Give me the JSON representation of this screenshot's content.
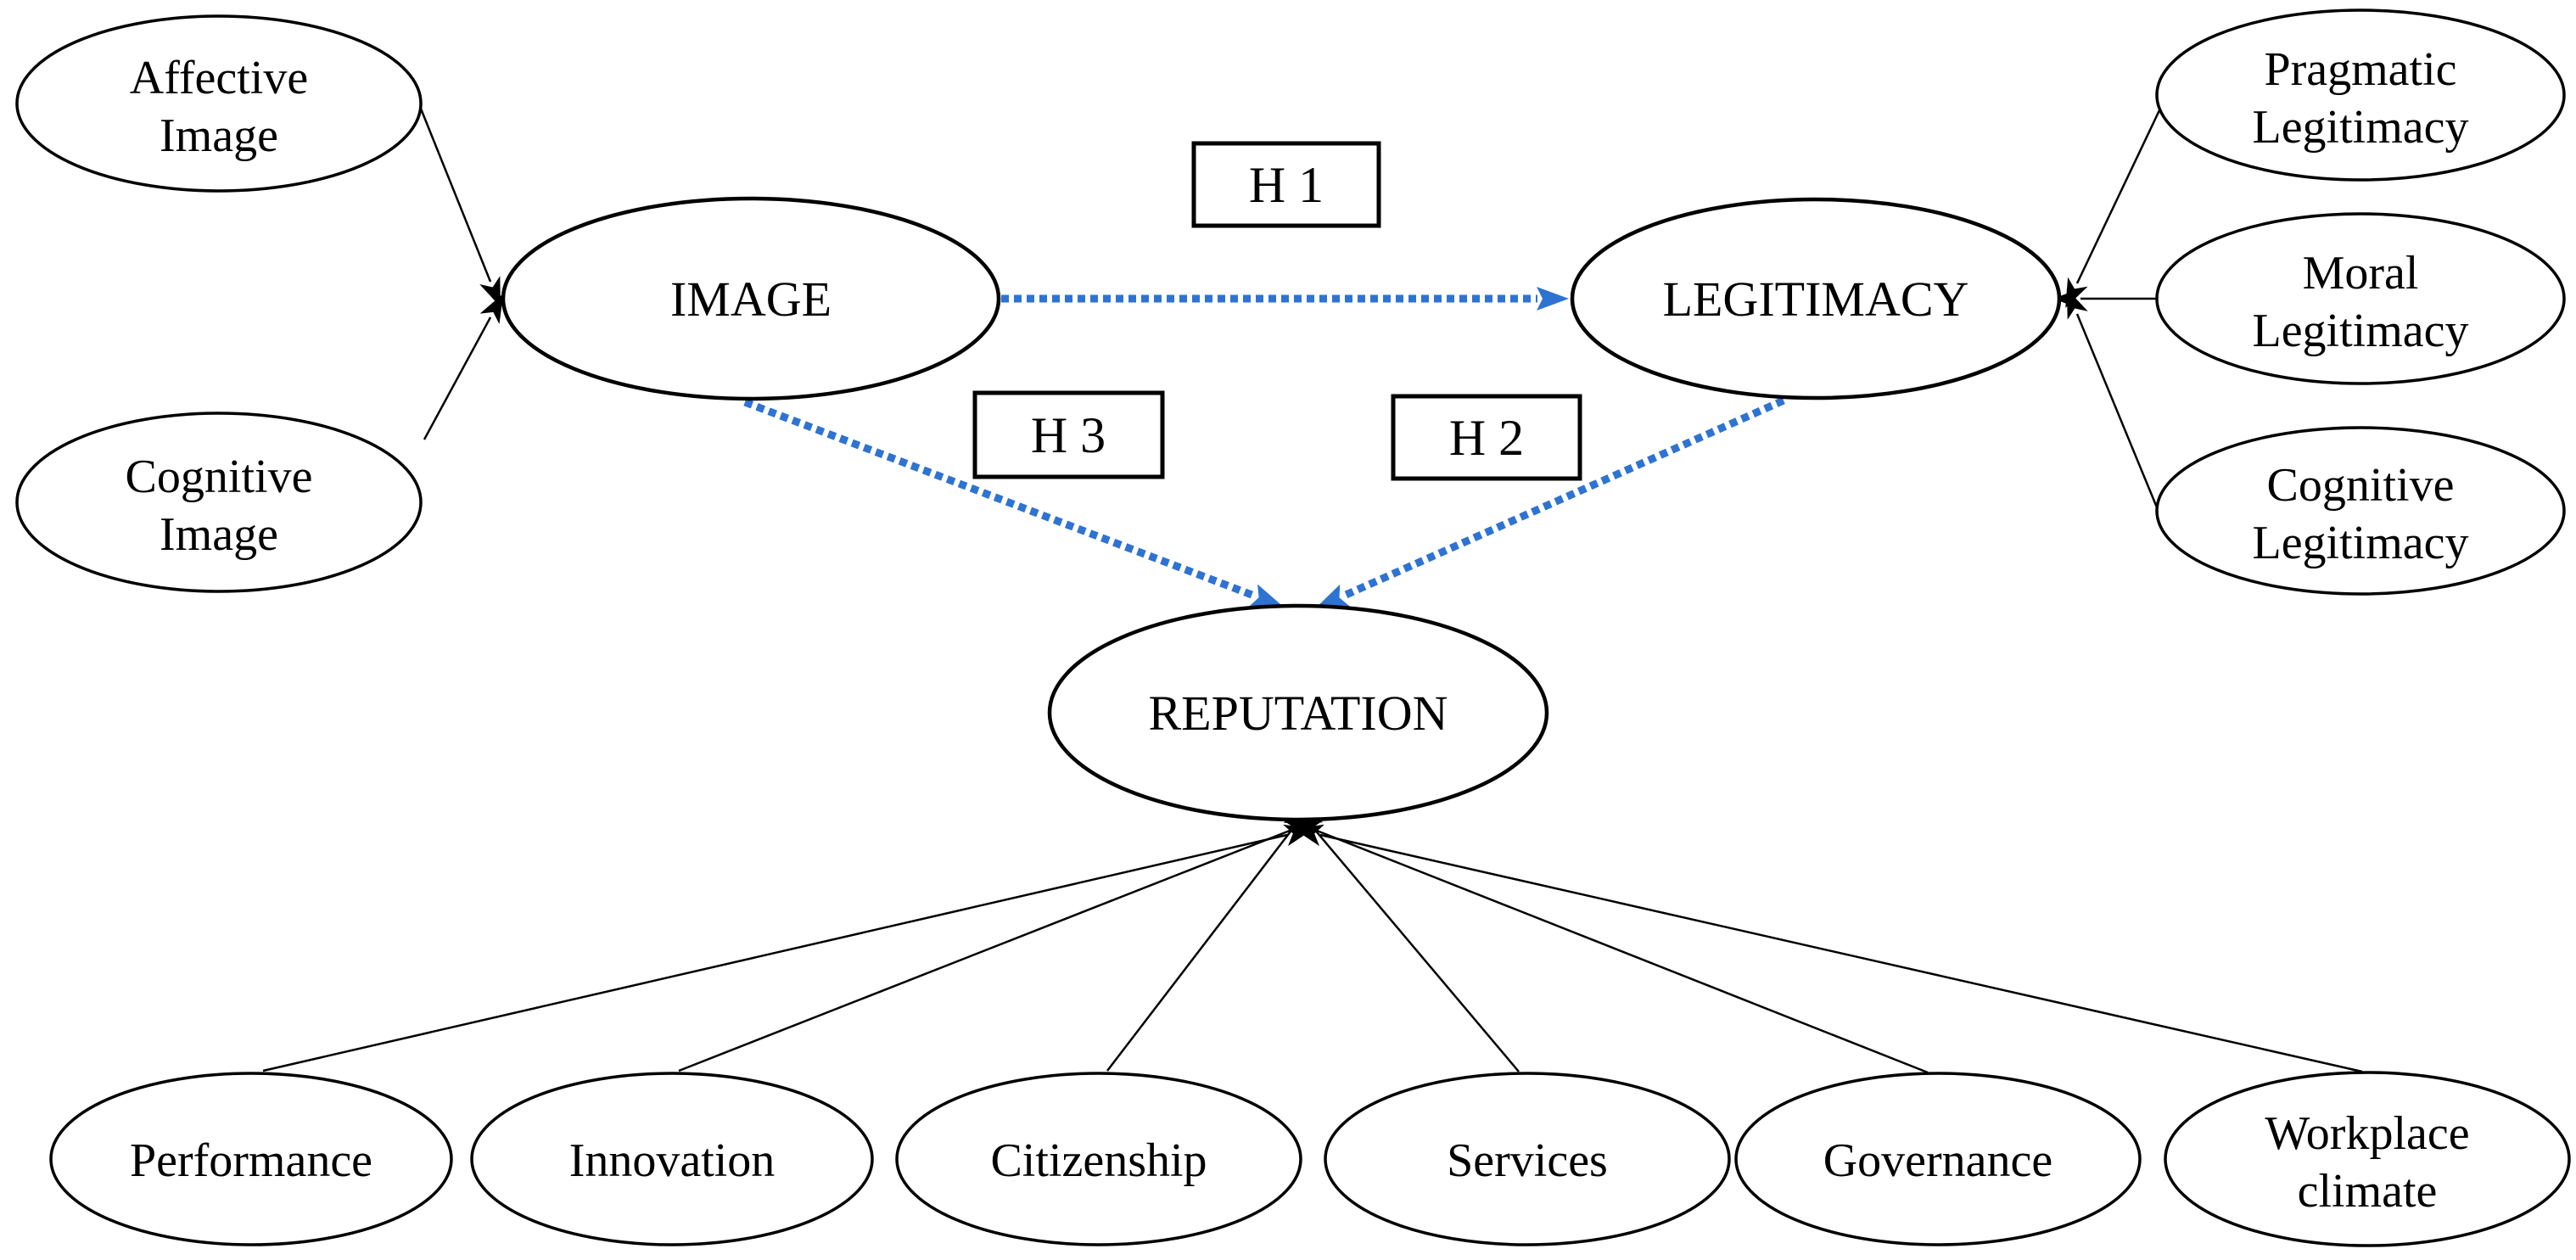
{
  "colors": {
    "accent": "#2E73D2",
    "line": "#000000"
  },
  "nodes": {
    "affective_image": {
      "line1": "Affective",
      "line2": "Image"
    },
    "cognitive_image": {
      "line1": "Cognitive",
      "line2": "Image"
    },
    "image": {
      "label": "IMAGE"
    },
    "legitimacy": {
      "label": "LEGITIMACY"
    },
    "reputation": {
      "label": "REPUTATION"
    },
    "pragmatic_legitimacy": {
      "line1": "Pragmatic",
      "line2": "Legitimacy"
    },
    "moral_legitimacy": {
      "line1": "Moral",
      "line2": "Legitimacy"
    },
    "cognitive_legitimacy": {
      "line1": "Cognitive",
      "line2": "Legitimacy"
    },
    "performance": {
      "label": "Performance"
    },
    "innovation": {
      "label": "Innovation"
    },
    "citizenship": {
      "label": "Citizenship"
    },
    "services": {
      "label": "Services"
    },
    "governance": {
      "label": "Governance"
    },
    "workplace_climate": {
      "line1": "Workplace",
      "line2": "climate"
    }
  },
  "hypotheses": {
    "h1": "H 1",
    "h2": "H 2",
    "h3": "H 3"
  }
}
